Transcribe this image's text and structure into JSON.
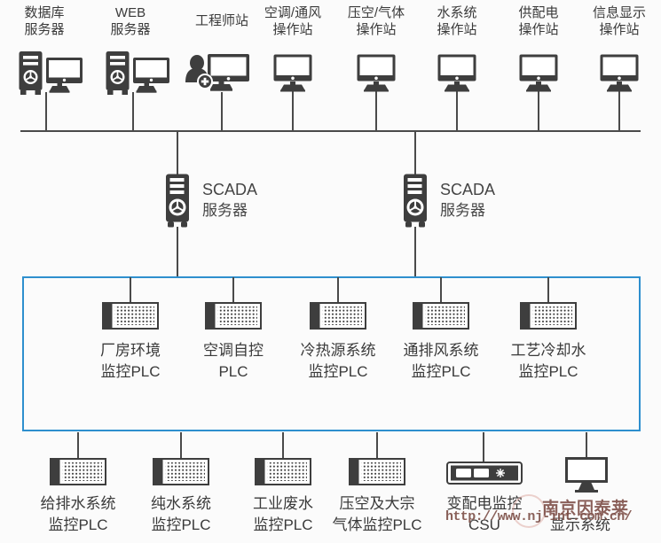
{
  "diagram": {
    "top_row": [
      {
        "label1": "数据库",
        "label2": "服务器"
      },
      {
        "label1": "WEB",
        "label2": "服务器"
      },
      {
        "label1": "工程师站",
        "label2": ""
      },
      {
        "label1": "空调/通风",
        "label2": "操作站"
      },
      {
        "label1": "压空/气体",
        "label2": "操作站"
      },
      {
        "label1": "水系统",
        "label2": "操作站"
      },
      {
        "label1": "供配电",
        "label2": "操作站"
      },
      {
        "label1": "信息显示",
        "label2": "操作站"
      }
    ],
    "scada_servers": [
      {
        "label1": "SCADA",
        "label2": "服务器"
      },
      {
        "label1": "SCADA",
        "label2": "服务器"
      }
    ],
    "plc_row": [
      {
        "label1": "厂房环境",
        "label2": "监控PLC"
      },
      {
        "label1": "空调自控",
        "label2": "PLC"
      },
      {
        "label1": "冷热源系统",
        "label2": "监控PLC"
      },
      {
        "label1": "通排风系统",
        "label2": "监控PLC"
      },
      {
        "label1": "工艺冷却水",
        "label2": "监控PLC"
      }
    ],
    "bottom_row": [
      {
        "label1": "给排水系统",
        "label2": "监控PLC"
      },
      {
        "label1": "纯水系统",
        "label2": "监控PLC"
      },
      {
        "label1": "工业废水",
        "label2": "监控PLC"
      },
      {
        "label1": "压空及大宗",
        "label2": "气体监控PLC"
      },
      {
        "label1": "变配电监控",
        "label2": "CSU"
      },
      {
        "label1": "显示系统",
        "label2": ""
      }
    ],
    "watermark": {
      "company": "南京因泰莱",
      "url": "http://www.nj-int.com.cn/"
    },
    "colors": {
      "box_border": "#2e8fce",
      "line": "#4a4a4a",
      "icon": "#3e3e3e",
      "label": "#3a3a3a",
      "watermark_text": "#6c3830"
    }
  }
}
